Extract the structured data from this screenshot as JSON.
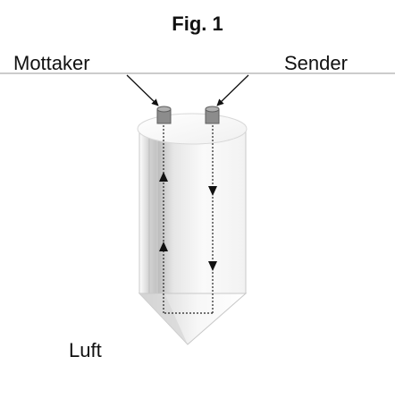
{
  "figure": {
    "title": "Fig. 1",
    "labels": {
      "receiver": "Mottaker",
      "transmitter": "Sender",
      "medium": "Luft"
    }
  },
  "colors": {
    "probe_light": "#f5f5f5",
    "probe_mid": "#dcdcdc",
    "probe_dark": "#b8b8b8",
    "sensor": "#8c8c8c",
    "signal_path": "#222222",
    "leader_line": "#999999"
  }
}
